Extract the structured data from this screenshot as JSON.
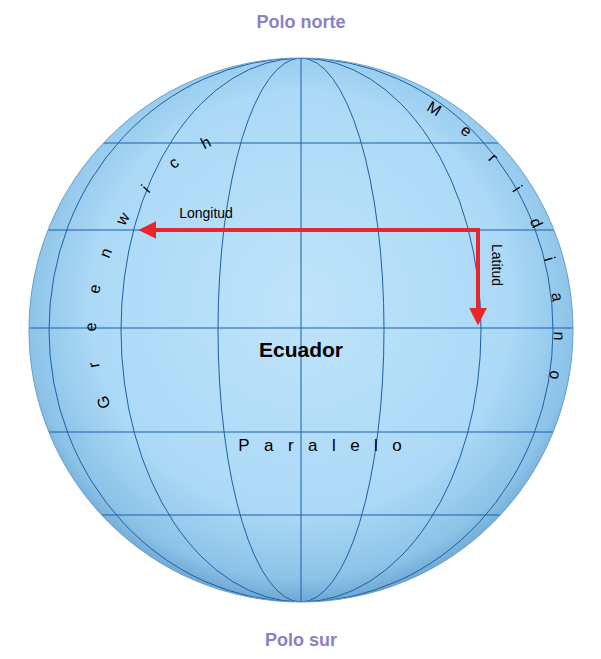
{
  "diagram": {
    "labels": [
      "Polo norte",
      "Greenwich",
      "Meridiano",
      "Longitud",
      "Latitud",
      "Ecuador",
      "Paralelo",
      "Polo sur"
    ]
  }
}
